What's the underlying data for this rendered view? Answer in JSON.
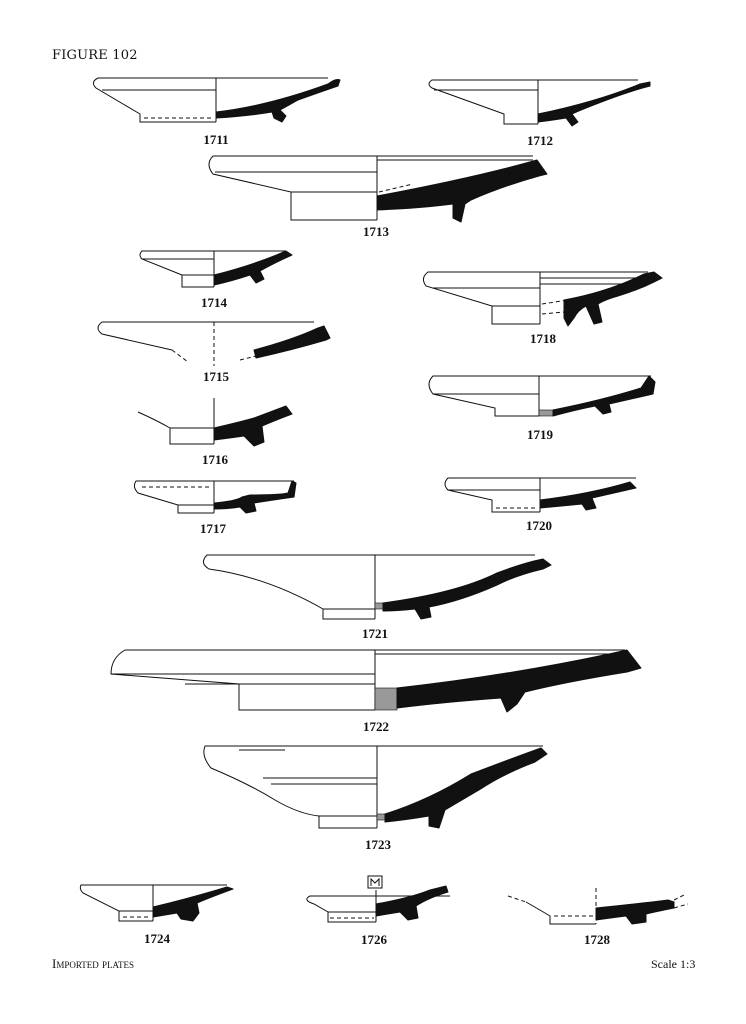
{
  "header": {
    "figure_label": "FIGURE 102"
  },
  "footer": {
    "caption": "Imported plates",
    "scale": "Scale 1:3"
  },
  "catalogue_numbers": {
    "p1711": "1711",
    "p1712": "1712",
    "p1713": "1713",
    "p1714": "1714",
    "p1715": "1715",
    "p1716": "1716",
    "p1717": "1717",
    "p1718": "1718",
    "p1719": "1719",
    "p1720": "1720",
    "p1721": "1721",
    "p1722": "1722",
    "p1723": "1723",
    "p1724": "1724",
    "p1726": "1726",
    "p1728": "1728"
  }
}
